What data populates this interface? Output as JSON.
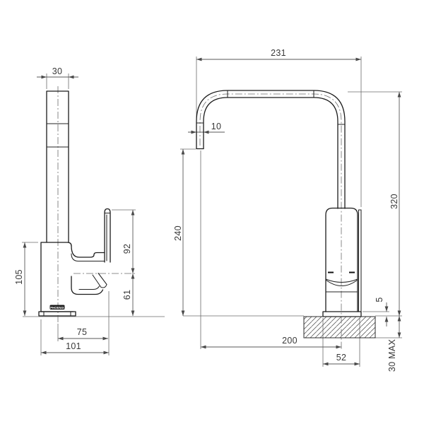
{
  "drawing": {
    "logo": "PHOENIX",
    "dimensions": {
      "spout_depth": "30",
      "spout_reach_overall": "231",
      "spout_tube_width": "10",
      "outlet_clearance": "240",
      "overall_height": "320",
      "side_body_height": "105",
      "handle_above_pivot": "92",
      "handle_below_pivot": "61",
      "handle_projection": "75",
      "side_projection_overall": "101",
      "reach_to_centre": "200",
      "base_plate_thickness": "5",
      "base_width": "52",
      "bench_thickness_max": "30 MAX"
    }
  }
}
